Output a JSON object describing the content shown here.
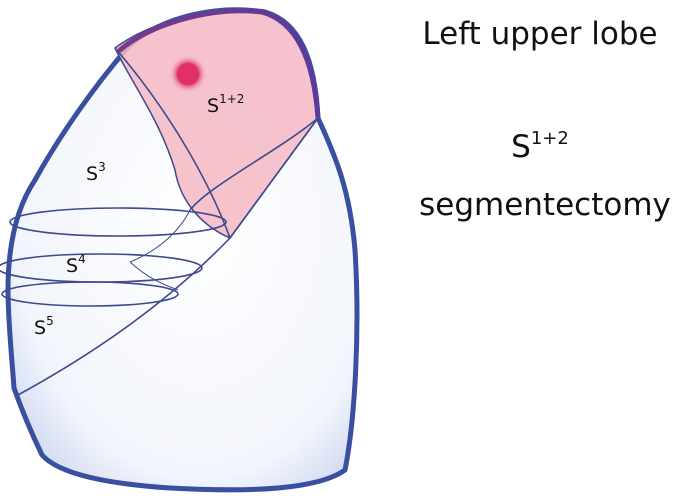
{
  "title": "Left upper lobe",
  "procedure": {
    "segment_base": "S",
    "segment_sup": "1+2",
    "name": "segmentectomy"
  },
  "segments": {
    "s12": {
      "base": "S",
      "sup": "1+2"
    },
    "s3": {
      "base": "S",
      "sup": "3"
    },
    "s4": {
      "base": "S",
      "sup": "4"
    },
    "s5": {
      "base": "S",
      "sup": "5"
    }
  },
  "colors": {
    "lung_fill": "#eef2fb",
    "lung_outline": "#3a4fa0",
    "resected_segment": "#f4b8c4",
    "tumor": "#e0306a",
    "segment_lines": "#3b4a8c"
  }
}
